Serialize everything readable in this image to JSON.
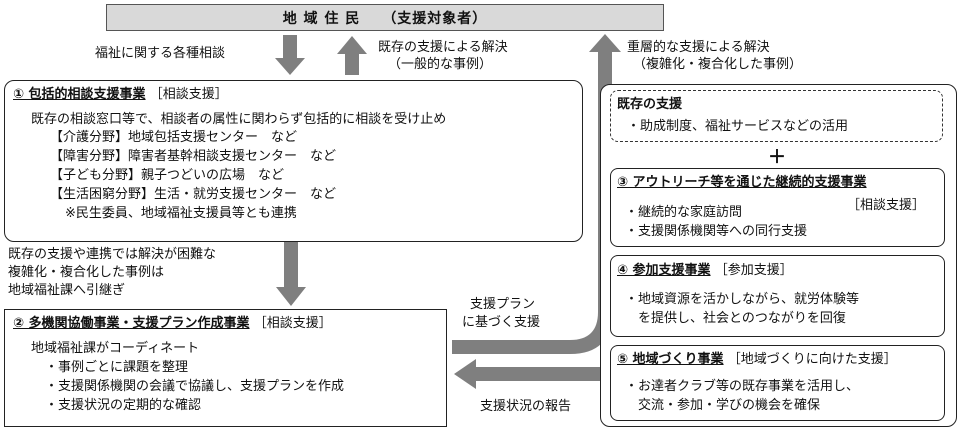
{
  "header": {
    "title": "地 域 住 民",
    "subtitle": "（支援対象者）"
  },
  "flows": {
    "consult_down": "福祉に関する各種相談",
    "existing_up_1": "既存の支援による解決",
    "existing_up_2": "（一般的な事例）",
    "layered_up_1": "重層的な支援による解決",
    "layered_up_2": "（複雑化・複合化した事例）",
    "handoff_1": "既存の支援や連携では解決が困難な",
    "handoff_2": "複雑化・複合化した事例は",
    "handoff_3": "地域福祉課へ引継ぎ",
    "plan_1": "支援プラン",
    "plan_2": "に基づく支援",
    "report": "支援状況の報告"
  },
  "box1": {
    "title": "① 包括的相談支援事業",
    "tag": "［相談支援］",
    "lines": [
      "既存の相談窓口等で、相談者の属性に関わらず包括的に相談を受け止め",
      "【介護分野】地域包括支援センター　など",
      "【障害分野】障害者基幹相談支援センター　など",
      "【子ども分野】親子つどいの広場　など",
      "【生活困窮分野】生活・就労支援センター　など",
      "※民生委員、地域福祉支援員等とも連携"
    ]
  },
  "box2": {
    "title": "② 多機関協働事業・支援プラン作成事業",
    "tag": "［相談支援］",
    "lines": [
      "地域福祉課がコーディネート",
      "・事例ごとに課題を整理",
      "・支援関係機関の会議で協議し、支援プランを作成",
      "・支援状況の定期的な確認"
    ]
  },
  "existing": {
    "title": "既存の支援",
    "line": "・助成制度、福祉サービスなどの活用",
    "plus": "＋"
  },
  "box3": {
    "title": "③ アウトリーチ等を通じた継続的支援事業",
    "tag": "［相談支援］",
    "lines": [
      "・継続的な家庭訪問",
      "・支援関係機関等への同行支援"
    ]
  },
  "box4": {
    "title": "④ 参加支援事業",
    "tag": "［参加支援］",
    "lines": [
      "・地域資源を活かしながら、就労体験等",
      "　を提供し、社会とのつながりを回復"
    ]
  },
  "box5": {
    "title": "⑤ 地域づくり事業",
    "tag": "［地域づくりに向けた支援］",
    "lines": [
      "・お達者クラブ等の既存事業を活用し、",
      "　交流・参加・学びの機会を確保"
    ]
  },
  "colors": {
    "arrow": "#7f7f7f",
    "header_bg": "#d9d9d9",
    "border": "#222222"
  }
}
